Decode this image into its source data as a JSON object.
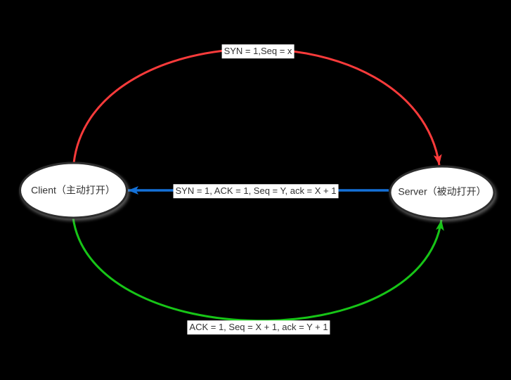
{
  "diagram": {
    "title_semantic": "TCP three-way handshake",
    "background": "#000000"
  },
  "nodes": {
    "client": {
      "label": "Client（主动打开）",
      "fill": "#ffffff",
      "stroke": "#2e2e2e",
      "text_color": "#333333"
    },
    "server": {
      "label": "Server（被动打开）",
      "fill": "#ffffff",
      "stroke": "#2e2e2e",
      "text_color": "#333333"
    }
  },
  "edges": {
    "syn": {
      "label": "SYN = 1,Seq = x",
      "color": "#fa3b3b",
      "from": "client",
      "to": "server"
    },
    "synack": {
      "label": "SYN = 1, ACK = 1, Seq = Y, ack = X + 1",
      "color": "#1471d8",
      "from": "server",
      "to": "client"
    },
    "ack": {
      "label": "ACK = 1, Seq = X + 1, ack = Y + 1",
      "color": "#17c517",
      "from": "client",
      "to": "server"
    }
  },
  "colors": {
    "edge_label_background": "#ffffff",
    "edge_label_text": "#333333"
  }
}
